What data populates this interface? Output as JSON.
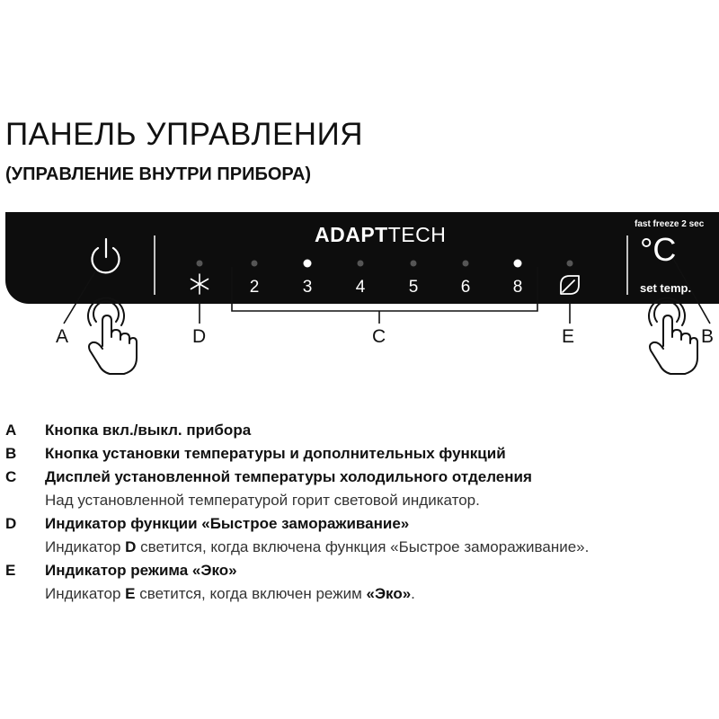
{
  "header": {
    "title": "ПАНЕЛЬ УПРАВЛЕНИЯ",
    "subtitle": "(УПРАВЛЕНИЕ ВНУТРИ ПРИБОРА)"
  },
  "panel": {
    "brand_bold": "ADAPT",
    "brand_light": "TECH",
    "fast_freeze_label": "fast freeze 2 sec",
    "set_temp_label": "set temp.",
    "celsius_symbol": "°C",
    "temperatures": [
      "2",
      "3",
      "4",
      "5",
      "6",
      "8"
    ],
    "lit_indicators": [
      "3",
      "8"
    ],
    "colors": {
      "panel": "#0d0d0d",
      "text": "#ffffff",
      "indicator_off": "#555555",
      "indicator_on": "#ffffff"
    }
  },
  "callouts": {
    "a": "A",
    "b": "B",
    "c": "C",
    "d": "D",
    "e": "E"
  },
  "legend": {
    "a": {
      "letter": "A",
      "text": "Кнопка вкл./выкл. прибора"
    },
    "b": {
      "letter": "B",
      "text": "Кнопка установки температуры и дополнительных функций"
    },
    "c": {
      "letter": "C",
      "text": "Дисплей установленной температуры холодильного отделения",
      "note": "Над установленной температурой горит световой индикатор."
    },
    "d": {
      "letter": "D",
      "text": "Индикатор функции «Быстрое замораживание»",
      "note_before": "Индикатор ",
      "note_bold": "D",
      "note_after": " светится, когда включена функция «Быстрое замораживание»."
    },
    "e": {
      "letter": "E",
      "text": "Индикатор режима «Эко»",
      "note_before": "Индикатор ",
      "note_bold": "E",
      "note_after": " светится, когда включен режим ",
      "note_bold2": "«Эко»",
      "note_end": "."
    }
  }
}
